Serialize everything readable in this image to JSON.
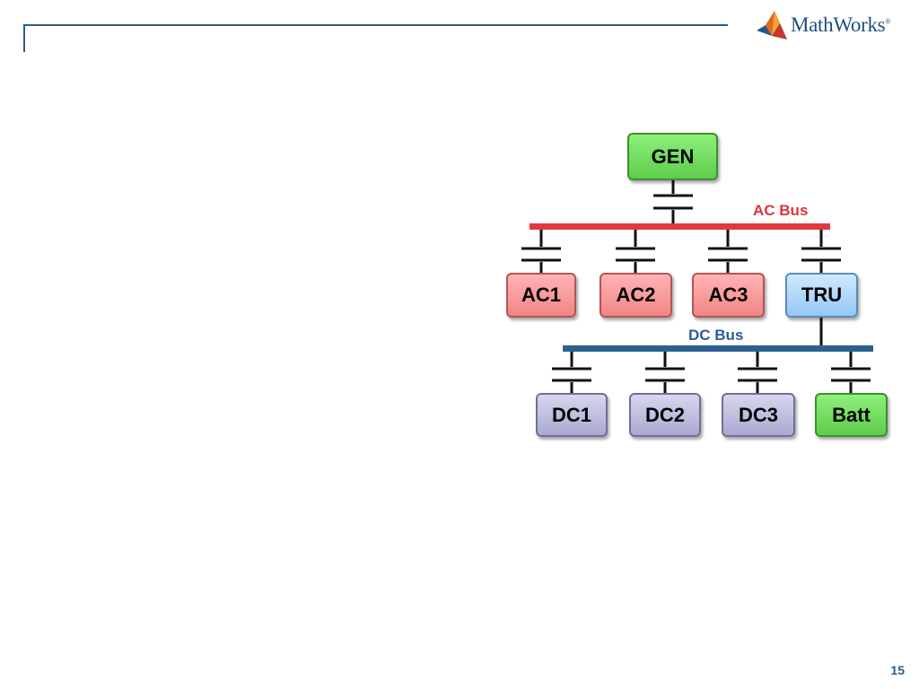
{
  "header": {
    "brand": "MathWorks",
    "registered": "®"
  },
  "page_number": "15",
  "colors": {
    "ac_bus": "#e03a3e",
    "dc_bus": "#2e5f91",
    "header_rule": "#2a5d84"
  },
  "diagram": {
    "generator": "GEN",
    "ac_bus_label": "AC Bus",
    "dc_bus_label": "DC Bus",
    "ac_loads": [
      "AC1",
      "AC2",
      "AC3"
    ],
    "converter": "TRU",
    "dc_loads": [
      "DC1",
      "DC2",
      "DC3"
    ],
    "battery": "Batt"
  }
}
